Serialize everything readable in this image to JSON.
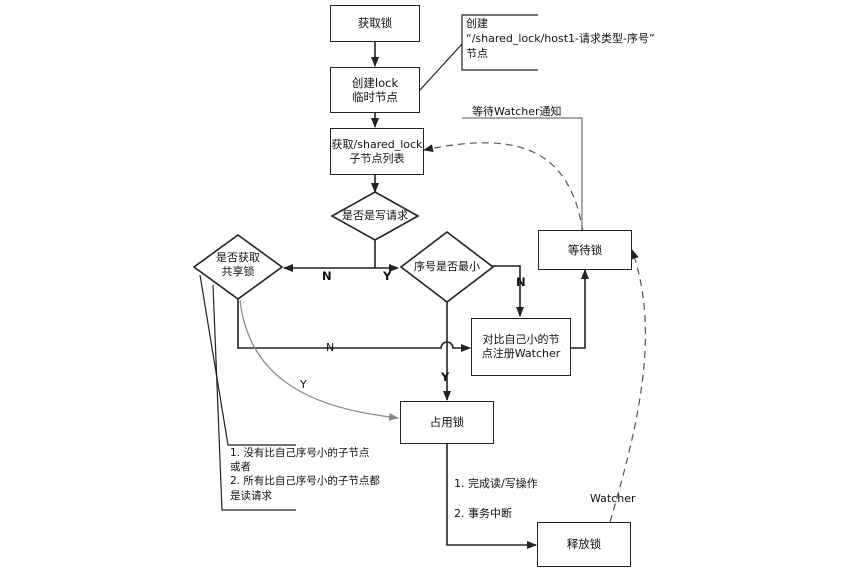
{
  "nodes": {
    "acquire_lock": "获取锁",
    "create_node": "创建lock\n临时节点",
    "get_children": "获取/shared_lock\n子节点列表",
    "is_write": "是否是写请求",
    "get_shared": "是否获取\n共享锁",
    "is_smallest": "序号是否最小",
    "register_watcher": "对比自己小的节\n点注册Watcher",
    "wait_lock": "等待锁",
    "hold_lock": "占用锁",
    "release_lock": "释放锁"
  },
  "annotations": {
    "create_path": "创建\n“/shared_lock/host1-请求类型-序号”\n节点",
    "wait_notify": "等待Watcher通知",
    "conditions": "1.  没有比自己序号小的子节点\n或者\n2.  所有比自己序号小的子节点都\n是读请求",
    "release_reasons": "1. 完成读/写操作\n\n2. 事务中断",
    "watcher": "Watcher"
  },
  "edge_labels": {
    "write_no": "N",
    "write_yes": "Y",
    "smallest_no": "N",
    "shared_no": "N",
    "shared_yes": "Y",
    "smallest_yes": "Y"
  }
}
